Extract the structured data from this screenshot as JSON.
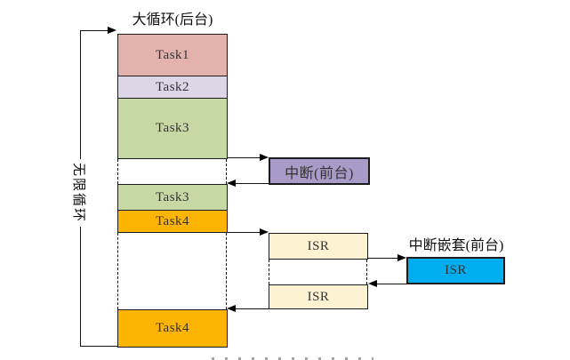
{
  "diagram": {
    "title": "大循环(后台)",
    "loop_label": "无限循环",
    "column": {
      "tasks": [
        {
          "label": "Task1",
          "color": "#e3b2ad"
        },
        {
          "label": "Task2",
          "color": "#dcd6e6"
        },
        {
          "label": "Task3",
          "color": "#c6d8a4"
        },
        {
          "label": "Task3",
          "color": "#c6d8a4"
        },
        {
          "label": "Task4",
          "color": "#fdb402"
        },
        {
          "label": "Task4",
          "color": "#fdb402"
        }
      ]
    },
    "foreground": {
      "interrupt_label": "中断(前台)",
      "interrupt_color": "#a89bc8",
      "isr1_label": "ISR",
      "isr2_label": "ISR",
      "isr_color": "#fdf3d3",
      "nested_title": "中断嵌套(前台)",
      "nested_isr_label": "ISR",
      "nested_isr_color": "#00aeef"
    },
    "colors": {
      "line": "#111111",
      "border": "#1c1c1c",
      "background": "#ffffff"
    }
  }
}
